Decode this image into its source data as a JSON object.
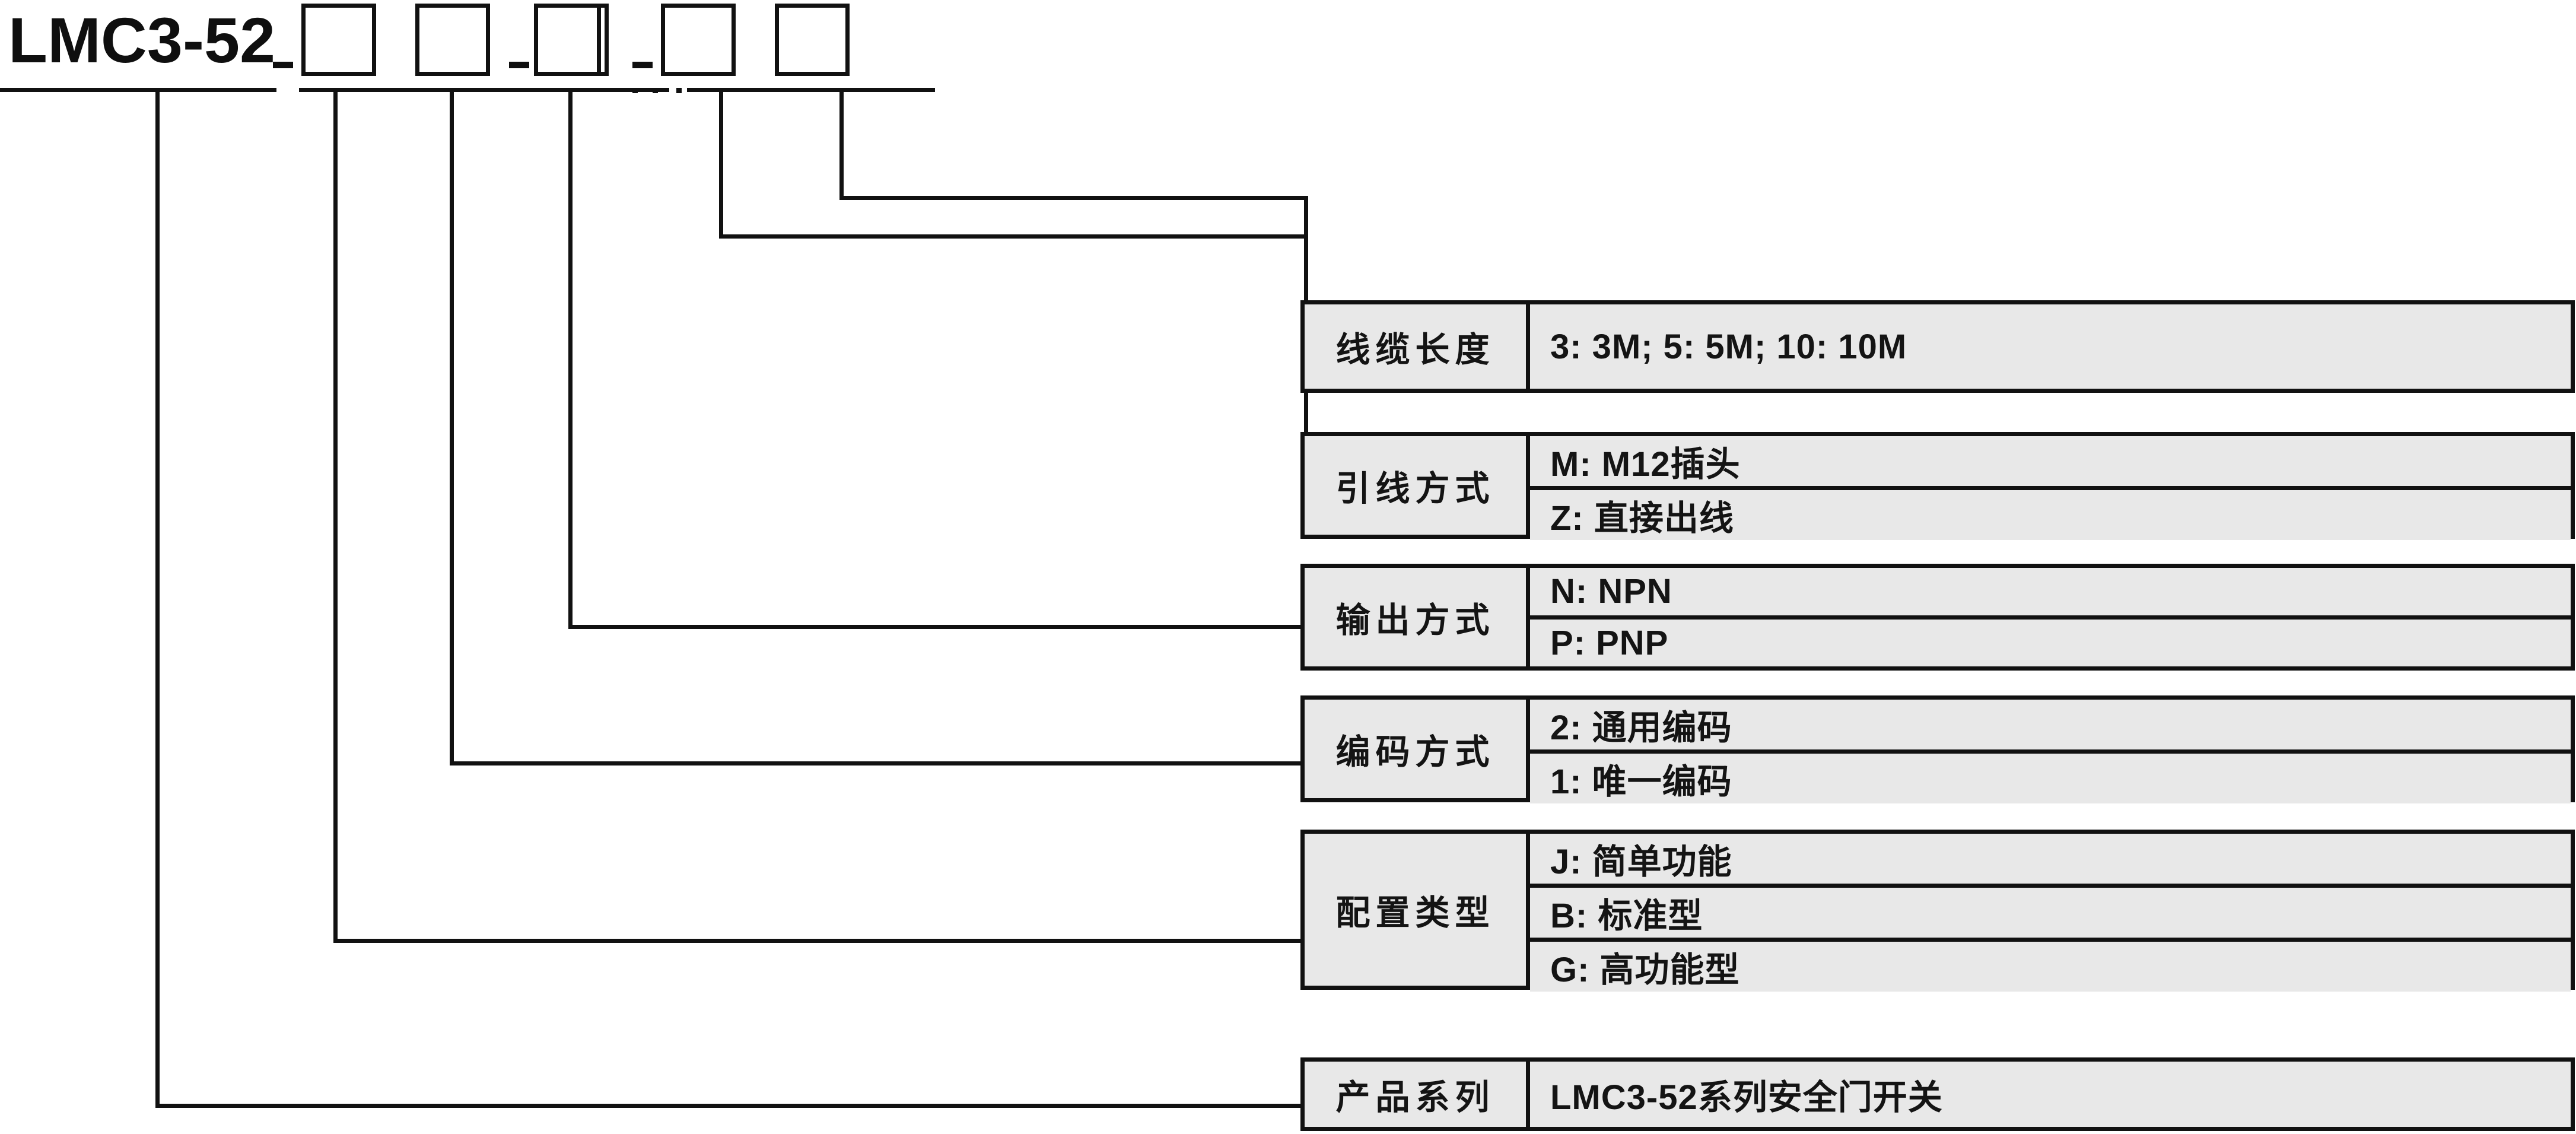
{
  "diagram": {
    "kind": "model-code-breakdown",
    "model_code": "LMC3-52",
    "separator": "-",
    "placeholder_boxes": 5,
    "ink_color": "#111111",
    "row_fill_color": "#e8e8e8",
    "background_color": "#ffffff"
  },
  "code_row": {
    "prefix_label": "LMC3-52",
    "dash_1": "-",
    "dash_2": "-",
    "dash_3": "-",
    "dash_4": "-",
    "box_1_value": "",
    "box_2_value": "",
    "box_3_value": "",
    "box_4_value": "",
    "box_5_value": "",
    "ellipsis": ""
  },
  "spec_rows": [
    {
      "name": "线缆长度",
      "values": [
        "3: 3M; 5: 5M; 10: 10M"
      ]
    },
    {
      "name": "引线方式",
      "values": [
        "M: M12插头",
        "Z: 直接出线"
      ]
    },
    {
      "name": "输出方式",
      "values": [
        "N: NPN",
        "P: PNP"
      ]
    },
    {
      "name": "编码方式",
      "values": [
        "2: 通用编码",
        "1: 唯一编码"
      ]
    },
    {
      "name": "配置类型",
      "values": [
        "J: 简单功能",
        "B: 标准型",
        "G: 高功能型"
      ]
    },
    {
      "name": "产品系列",
      "values": [
        "LMC3-52系列安全门开关"
      ]
    }
  ]
}
